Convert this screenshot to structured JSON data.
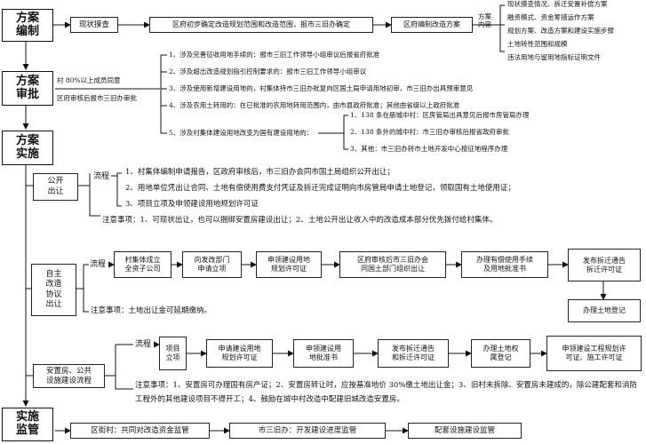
{
  "stages": {
    "planning": "方案\n编制",
    "approval": "方案\n审批",
    "implementation": "方案\n实施",
    "supervision": "实施\n监管"
  },
  "planning": {
    "survey": "现状摸查",
    "district_scope": "区府初步确定改造规划范围和改造范围，报市三旧办确定",
    "district_plan": "区府编制改造方案",
    "content_label": "方案\n内容",
    "contents": [
      "现状摸查情况、拆迁安置补偿方案",
      "融资模式、资金筹措运作方案",
      "规划方案、改造方案和建设实施步骤",
      "土地转性范围和规模",
      "违法用地与留用地指标证明文件"
    ]
  },
  "approval": {
    "vote_note": "村 80%以上成员同意",
    "district_report": "区府审核后报市三旧办审批",
    "items": [
      "1、涉及完善征收用地手续的：报市三旧工作领导小组审议后报省府批准",
      "2、涉及超出改造规划指引控制要求的：报市三旧工作领导小组审议",
      "3、涉及使用新增建设用地的，村集体持市三旧办批复向区国土局申请用地初审，市三旧办出具预审意见",
      "4、涉及农用土转用的：在已批准的农用地转用范围内，由市县政府批准；其他由省级以上政府批准",
      "5、涉及村集体建设用地改变为国有建设用地的："
    ],
    "sub_items": [
      "1、138 条在册城中村：区房管局出具意见后报市房管局办理",
      "2、138 条外的城中村：市三旧办审核后报省政府审批",
      "3、其他：市三旧办转市土地开发中心按征地程序办理"
    ]
  },
  "public_transfer": {
    "label": "公开\n出让",
    "flow_label": "流程",
    "steps": [
      "1、村集体编制申请报告，区政府审核后，市三旧办会同市国土局组织公开出让；",
      "2、用地单位凭出让合同、土地有偿使用费支付凭证及拆迁完成证明向市房管局申请土地登记，领取国有土地使用证；",
      "3、项目立项及申领建设用地规划许可证"
    ],
    "notes": "注意事项：1、可现状出让，也可以捆绑安置房建设出让；2、土地公开出让收入中的改造成本部分优先拨付给村集体。"
  },
  "self_transformation": {
    "label": "自主\n改造\n协议\n出让",
    "flow_label": "流程",
    "steps": [
      "村集体成立\n全资子公司",
      "向发改部门\n申请立项",
      "申领建设用地\n规划许可证",
      "区府审核后市三旧办会\n同国土部门组织出让",
      "办理有偿使用手续\n及用地批准书",
      "发布拆迁通告\n拆迁许可证"
    ],
    "final_step": "办理土地登记",
    "notes": "注意事项：土地出让金可延期缴纳。"
  },
  "resettlement": {
    "label": "安置房、公共\n设施建设流程",
    "flow_label": "流程",
    "steps": [
      "项目\n立项",
      "申请建设用地\n规划许可证",
      "申领建设用\n地批准书",
      "发布拆迁通告\n和拆迁许可证",
      "办理土地权\n属登记",
      "申领建设工程规划许\n可证、施工许可证"
    ],
    "notes": "注意事项：1、安置房可办理国有房产证；2、安置房转让时，应按基准地价 30%缴土地出让金；3、旧村未拆除、安置房未建成的，除公建配套和消防工程外的其他建设项目不得开工；4、鼓励在城中村改造中配建旧城改造安置房。"
  },
  "supervision": {
    "items": [
      "区街村：共同对改造资金监管",
      "市三旧办：开发建设进度监管",
      "配套设施建设监管"
    ]
  }
}
